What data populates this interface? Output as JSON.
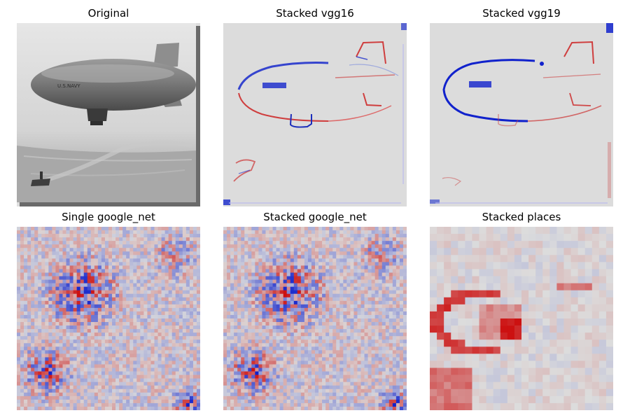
{
  "figure": {
    "panels": [
      {
        "id": "original",
        "title": "Original",
        "kind": "photo",
        "photo_text": "U.S.NAVY"
      },
      {
        "id": "stacked-vgg16",
        "title": "Stacked vgg16",
        "kind": "edge-map"
      },
      {
        "id": "stacked-vgg19",
        "title": "Stacked vgg19",
        "kind": "edge-map"
      },
      {
        "id": "single-google-net",
        "title": "Single google_net",
        "kind": "grid-heatmap"
      },
      {
        "id": "stacked-google-net",
        "title": "Stacked google_net",
        "kind": "grid-heatmap"
      },
      {
        "id": "stacked-places",
        "title": "Stacked places",
        "kind": "coarse-heatmap"
      }
    ]
  },
  "chart_data": {
    "type": "heatmap",
    "layout": "2x3 image grid",
    "colormap": "seismic (blue = negative, red = positive)",
    "axes": "off",
    "titles": [
      "Original",
      "Stacked vgg16",
      "Stacked vgg19",
      "Single google_net",
      "Stacked google_net",
      "Stacked places"
    ],
    "colors": {
      "positive": "#cc1111",
      "negative": "#1122cc",
      "neutral": "#dcdcdc"
    }
  }
}
